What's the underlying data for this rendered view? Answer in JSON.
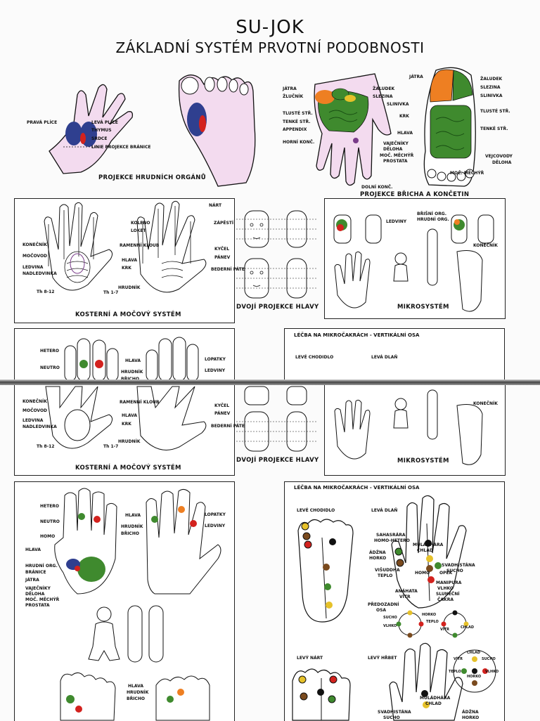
{
  "header": {
    "title": "SU-JOK",
    "subtitle": "ZÁKLADNÍ SYSTÉM PRVOTNÍ PODOBNOSTI"
  },
  "top": {
    "hand_labels": [
      "PRAVÁ PLÍCE",
      "LEVÁ PLÍCE",
      "THYMUS",
      "SRDCE",
      "LINIE PROJEKCE BRÁNICE"
    ],
    "caption_chest": "PROJEKCE HRUDNÍCH ORGÁNŮ",
    "abd_left": [
      "JÁTRA",
      "ŽLUČNÍK",
      "TLUSTÉ STŘ.",
      "TENKÉ STŘ.",
      "APPENDIX",
      "HORNÍ KONČ."
    ],
    "abd_mid": [
      "ŽALUDEK",
      "SLEZINA",
      "SLINIVKA",
      "KRK",
      "HLAVA",
      "VAJEČNÍKY",
      "DĚLOHA",
      "MOČ. MĚCHÝŘ",
      "PROSTATA",
      "DOLNÍ KONČ."
    ],
    "foot_labels": [
      "JÁTRA",
      "ŽALUDEK",
      "SLEZINA",
      "SLINIVKA",
      "TLUSTÉ STŘ.",
      "TENKÉ STŘ.",
      "VEJCOVODY",
      "DĚLOHA",
      "MOČ. MĚCHÝŘ"
    ],
    "caption_abd": "PROJEKCE BŘICHA A KONČETIN"
  },
  "skeletal": {
    "left_labels": [
      "KONEČNÍK",
      "MOČOVOD",
      "LEDVINA",
      "NADLEDVINKA",
      "Th 8-12",
      "Th 1-7"
    ],
    "mid_labels": [
      "KOLENO",
      "LOKET",
      "RAMENNÍ KLOUB",
      "HLAVA",
      "KRK",
      "HRUDNÍK"
    ],
    "right_labels": [
      "NÁRT",
      "ZÁPĚSTÍ",
      "KYČEL",
      "PÁNEV",
      "BEDERNÍ PÁTEŘ"
    ],
    "caption": "KOSTERNÍ A MOČOVÝ SYSTÉM"
  },
  "head": {
    "caption": "DVOJÍ PROJEKCE HLAVY"
  },
  "micro": {
    "labels": [
      "LEDVINY",
      "BŘIŠNÍ ORG.",
      "HRUDNÍ ORG.",
      "KONEČNÍK"
    ],
    "caption": "MIKROSYSTÉM"
  },
  "insect": {
    "labels_left": [
      "HETERO",
      "NEUTRO",
      "HOMO",
      "HLAVA",
      "HRUDNÍ ORG.",
      "BRÁNICE",
      "JÁTRA",
      "VAJEČNÍKY",
      "DĚLOHA",
      "MOČ. MĚCHÝŘ",
      "PROSTATA"
    ],
    "labels_mid": [
      "HLAVA",
      "HRUDNÍK",
      "BŘICHO"
    ],
    "labels_right": [
      "LOPATKY",
      "LEDVINY"
    ],
    "bottom_labels": [
      "HLAVA",
      "HRUDNÍK",
      "BŘICHO"
    ]
  },
  "chakra": {
    "title": "LÉČBA NA MIKROČAKRÁCH - VERTIKÁLNÍ OSA",
    "sub_a": "LEVÉ CHODIDLO",
    "sub_b": "LEVÁ DLAŇ",
    "sub_c": "LEVÝ NÁRT",
    "sub_d": "LEVÝ HŘBET",
    "labels": [
      "SAHASRÁRA",
      "HOMO-HETERO",
      "ÁDŽNA",
      "HORKO",
      "VIŠUDDHA",
      "TEPLO",
      "ANÁHATA",
      "VÍTR",
      "PŘEDOZADNÍ",
      "OSA",
      "MULÁDHÁRA",
      "CHLAD",
      "SVADHISTÁNA",
      "SUCHO",
      "HOMO",
      "OPEK",
      "MANIPURA",
      "VLHKO",
      "SLUNEČNÍ",
      "ČAKRA",
      "SUCHO",
      "VLHKO",
      "HORKO",
      "TEPLO",
      "CHLAD",
      "VÍTR"
    ],
    "labels_d": [
      "MULÁDHÁRA",
      "CHLAD",
      "SVADHISTÁNA",
      "SUCHO",
      "ÁDŽNA",
      "HORKO",
      "VÍTR",
      "SUCHO",
      "TEPLO",
      "VLHKO",
      "HORKO",
      "CHLAD"
    ]
  },
  "colors": {
    "pink": "#f3dbef",
    "green": "#3f8a2e",
    "orange": "#ee7f22",
    "navy": "#2f3f8f",
    "red": "#d3221e",
    "yellow": "#e6c12a",
    "brown": "#7a4a1e"
  }
}
